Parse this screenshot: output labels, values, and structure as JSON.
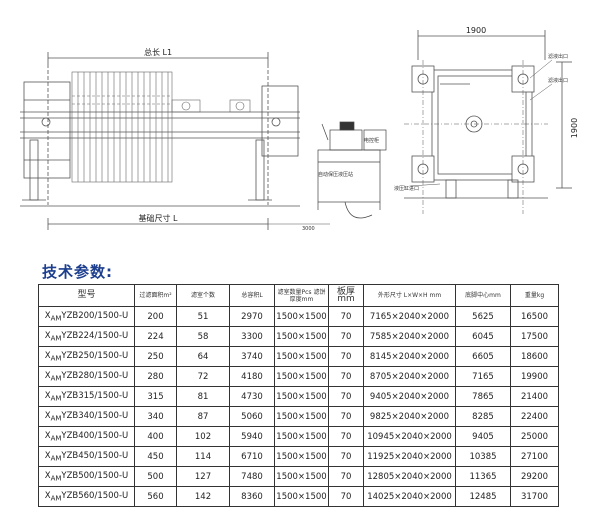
{
  "drawing": {
    "total_length_label": "总长 L1",
    "foundation_label": "基础尺寸 L",
    "base_dim_label": "3000",
    "width_top_label": "1900",
    "height_side_label": "1900",
    "hydraulic_station_label": "自动保压液压站",
    "control_box_label": "电控柜",
    "right_callouts": [
      "滤液出口",
      "滤液出口"
    ],
    "right_bottom_callout": "液压缸进口"
  },
  "spec": {
    "heading": "技术参数:",
    "headers": [
      "型号",
      "过滤面积m²",
      "滤室个数",
      "总容积L",
      "滤室数量Pcs 滤饼厚度mm",
      "板厚mm",
      "外形尺寸 L×W×H mm",
      "底脚中心mm",
      "重量kg"
    ],
    "rows": [
      {
        "prefix": "X",
        "sub": "AM",
        "model": "YZB200/1500-U",
        "area": "200",
        "chambers": "51",
        "volume": "2970",
        "plate": "1500×1500",
        "thick": "70",
        "dims": "7165×2040×2000",
        "foot": "5625",
        "weight": "16500"
      },
      {
        "prefix": "X",
        "sub": "AM",
        "model": "YZB224/1500-U",
        "area": "224",
        "chambers": "58",
        "volume": "3300",
        "plate": "1500×1500",
        "thick": "70",
        "dims": "7585×2040×2000",
        "foot": "6045",
        "weight": "17500"
      },
      {
        "prefix": "X",
        "sub": "AM",
        "model": "YZB250/1500-U",
        "area": "250",
        "chambers": "64",
        "volume": "3740",
        "plate": "1500×1500",
        "thick": "70",
        "dims": "8145×2040×2000",
        "foot": "6605",
        "weight": "18600"
      },
      {
        "prefix": "X",
        "sub": "AM",
        "model": "YZB280/1500-U",
        "area": "280",
        "chambers": "72",
        "volume": "4180",
        "plate": "1500×1500",
        "thick": "70",
        "dims": "8705×2040×2000",
        "foot": "7165",
        "weight": "19900"
      },
      {
        "prefix": "X",
        "sub": "AM",
        "model": "YZB315/1500-U",
        "area": "315",
        "chambers": "81",
        "volume": "4730",
        "plate": "1500×1500",
        "thick": "70",
        "dims": "9405×2040×2000",
        "foot": "7865",
        "weight": "21400"
      },
      {
        "prefix": "X",
        "sub": "AM",
        "model": "YZB340/1500-U",
        "area": "340",
        "chambers": "87",
        "volume": "5060",
        "plate": "1500×1500",
        "thick": "70",
        "dims": "9825×2040×2000",
        "foot": "8285",
        "weight": "22400"
      },
      {
        "prefix": "X",
        "sub": "AM",
        "model": "YZB400/1500-U",
        "area": "400",
        "chambers": "102",
        "volume": "5940",
        "plate": "1500×1500",
        "thick": "70",
        "dims": "10945×2040×2000",
        "foot": "9405",
        "weight": "25000"
      },
      {
        "prefix": "X",
        "sub": "AM",
        "model": "YZB450/1500-U",
        "area": "450",
        "chambers": "114",
        "volume": "6710",
        "plate": "1500×1500",
        "thick": "70",
        "dims": "11925×2040×2000",
        "foot": "10385",
        "weight": "27100"
      },
      {
        "prefix": "X",
        "sub": "AM",
        "model": "YZB500/1500-U",
        "area": "500",
        "chambers": "127",
        "volume": "7480",
        "plate": "1500×1500",
        "thick": "70",
        "dims": "12805×2040×2000",
        "foot": "11365",
        "weight": "29200"
      },
      {
        "prefix": "X",
        "sub": "AM",
        "model": "YZB560/1500-U",
        "area": "560",
        "chambers": "142",
        "volume": "8360",
        "plate": "1500×1500",
        "thick": "70",
        "dims": "14025×2040×2000",
        "foot": "12485",
        "weight": "31700"
      }
    ]
  }
}
